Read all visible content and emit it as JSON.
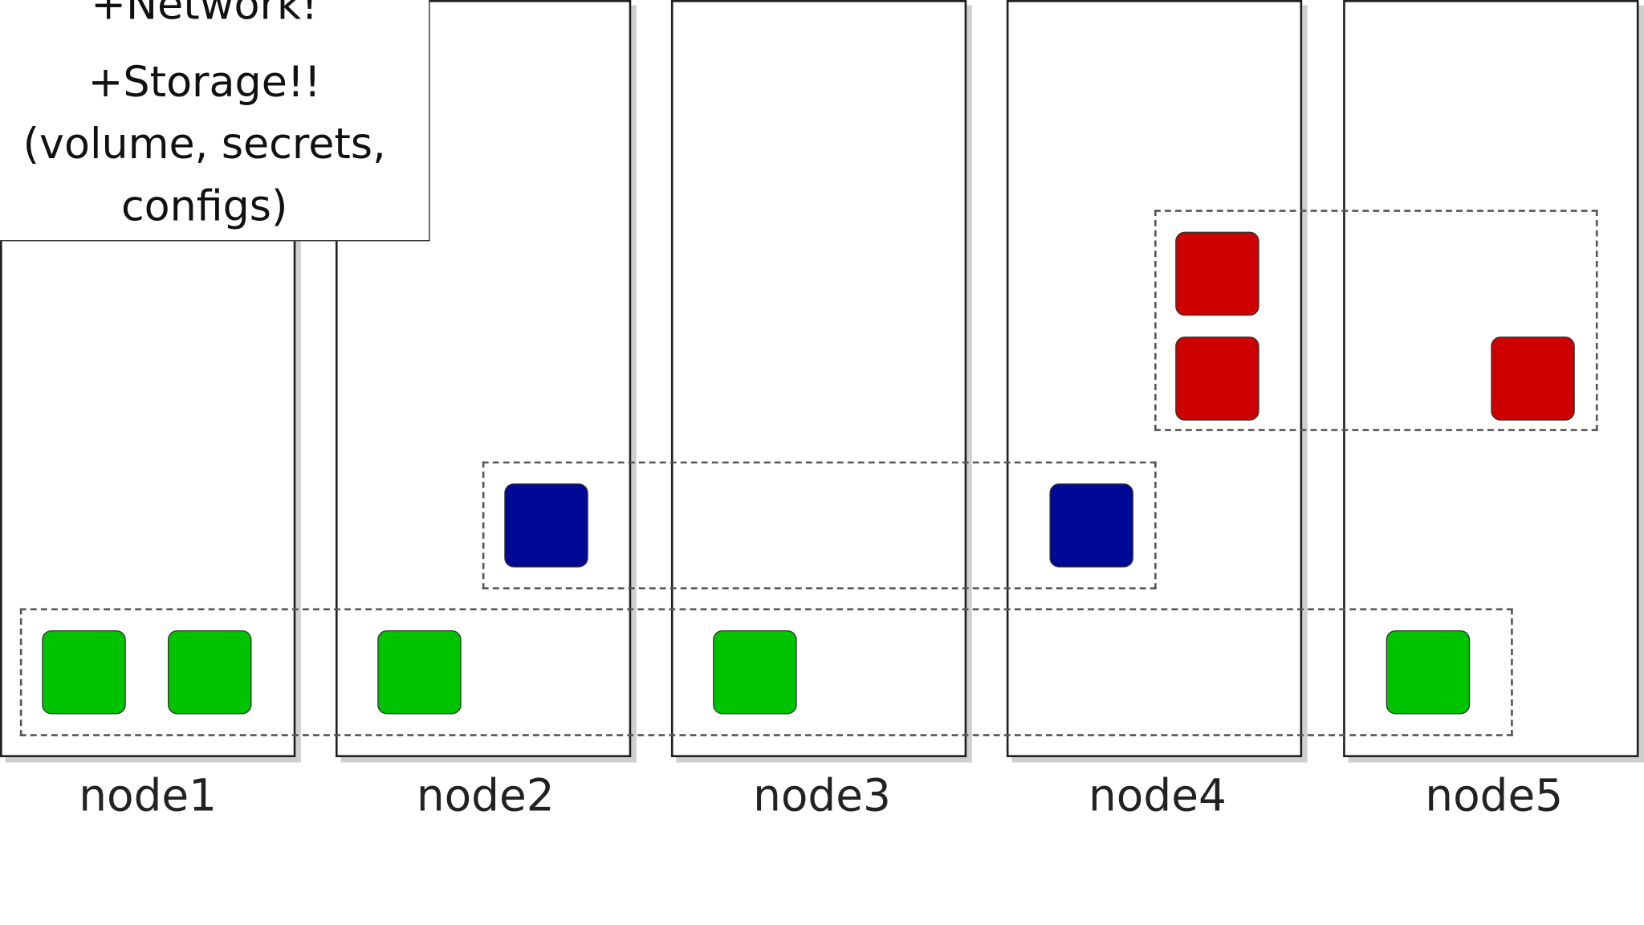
{
  "nodes": [
    {
      "label": "node1"
    },
    {
      "label": "node2"
    },
    {
      "label": "node3"
    },
    {
      "label": "node4"
    },
    {
      "label": "node5"
    }
  ],
  "callout": {
    "lines": [
      "+Network!",
      "+Storage!!",
      "(volume, secrets,",
      "configs)"
    ]
  },
  "colors": {
    "green": "#00c300",
    "blue": "#000896",
    "red": "#cc0000"
  },
  "service_groups": [
    {
      "color": "green",
      "task_count": 5
    },
    {
      "color": "blue",
      "task_count": 2
    },
    {
      "color": "red",
      "task_count": 3
    }
  ]
}
